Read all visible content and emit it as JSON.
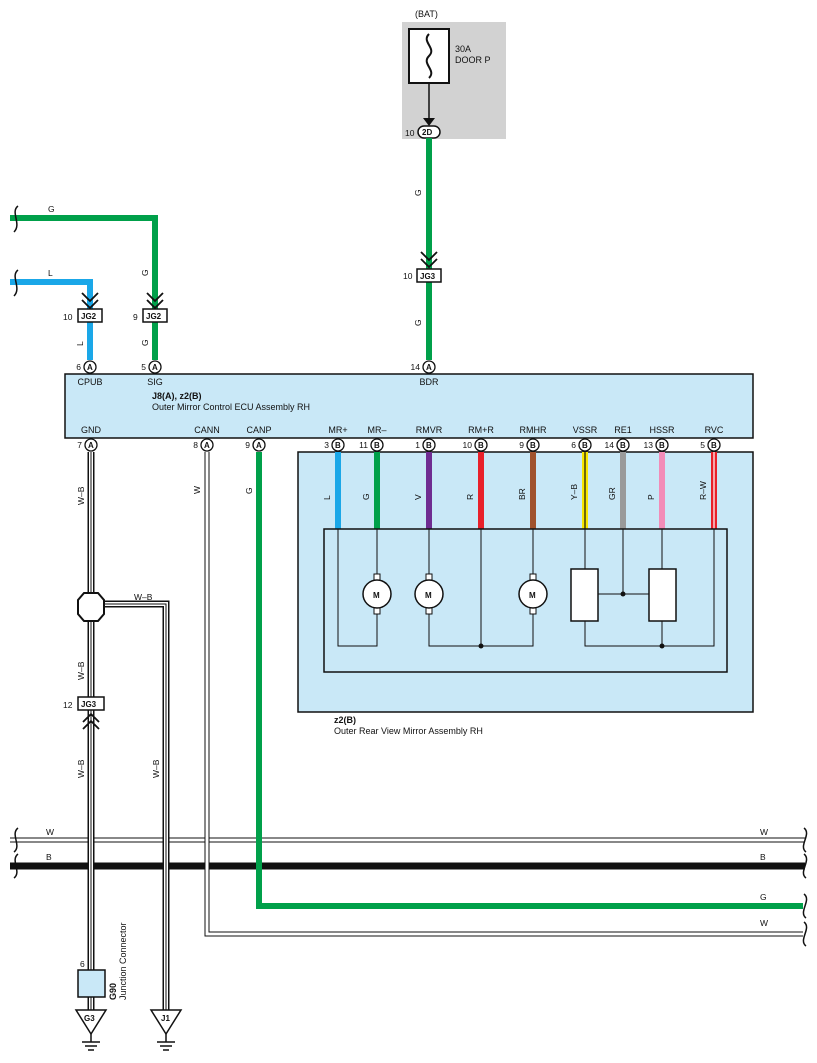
{
  "fuse": {
    "supply": "(BAT)",
    "rating": "30A",
    "name": "DOOR P"
  },
  "connectors": {
    "top_2d": {
      "pin": "10",
      "code": "2D"
    },
    "jg3_top": {
      "pin": "10",
      "code": "JG3"
    },
    "jg2_left": {
      "pin": "10",
      "code": "JG2"
    },
    "jg2_right": {
      "pin": "9",
      "code": "JG2"
    },
    "jg3_bottom": {
      "pin": "12",
      "code": "JG3"
    }
  },
  "ecu": {
    "id": "J8(A), z2(B)",
    "name": "Outer Mirror Control ECU Assembly RH",
    "top_pins": [
      {
        "pin": "6",
        "conn": "A",
        "name": "CPUB"
      },
      {
        "pin": "5",
        "conn": "A",
        "name": "SIG"
      },
      {
        "pin": "14",
        "conn": "A",
        "name": "BDR"
      }
    ],
    "bottom_pins": [
      {
        "pin": "7",
        "conn": "A",
        "name": "GND"
      },
      {
        "pin": "8",
        "conn": "A",
        "name": "CANN"
      },
      {
        "pin": "9",
        "conn": "A",
        "name": "CANP"
      },
      {
        "pin": "3",
        "conn": "B",
        "name": "MR+"
      },
      {
        "pin": "11",
        "conn": "B",
        "name": "MR–"
      },
      {
        "pin": "1",
        "conn": "B",
        "name": "RMVR"
      },
      {
        "pin": "10",
        "conn": "B",
        "name": "RM+R"
      },
      {
        "pin": "9",
        "conn": "B",
        "name": "RMHR"
      },
      {
        "pin": "6",
        "conn": "B",
        "name": "VSSR"
      },
      {
        "pin": "14",
        "conn": "B",
        "name": "RE1"
      },
      {
        "pin": "13",
        "conn": "B",
        "name": "HSSR"
      },
      {
        "pin": "5",
        "conn": "B",
        "name": "RVC"
      }
    ]
  },
  "mirror": {
    "id": "z2(B)",
    "name": "Outer Rear View Mirror Assembly RH",
    "motor_symbol": "M"
  },
  "wire_colors": {
    "G": "G",
    "L": "L",
    "WB": "W–B",
    "W": "W",
    "B": "B",
    "V": "V",
    "R": "R",
    "BR": "BR",
    "YB": "Y–B",
    "GR": "GR",
    "P": "P",
    "RW": "R–W"
  },
  "hex_colors": {
    "green": "#00a04a",
    "blue": "#1aa7e8",
    "violet": "#6f2c91",
    "red": "#e8202a",
    "brown": "#a0522d",
    "yellow": "#f7e600",
    "gray": "#9a9a9a",
    "pink": "#f28cb8",
    "panel": "#c9e8f7",
    "fuse_box": "#d2d2d2",
    "black": "#111111"
  },
  "junction": {
    "code": "G90",
    "pin": "6",
    "name": "Junction Connector"
  },
  "grounds": {
    "left": "G3",
    "right": "J1"
  }
}
